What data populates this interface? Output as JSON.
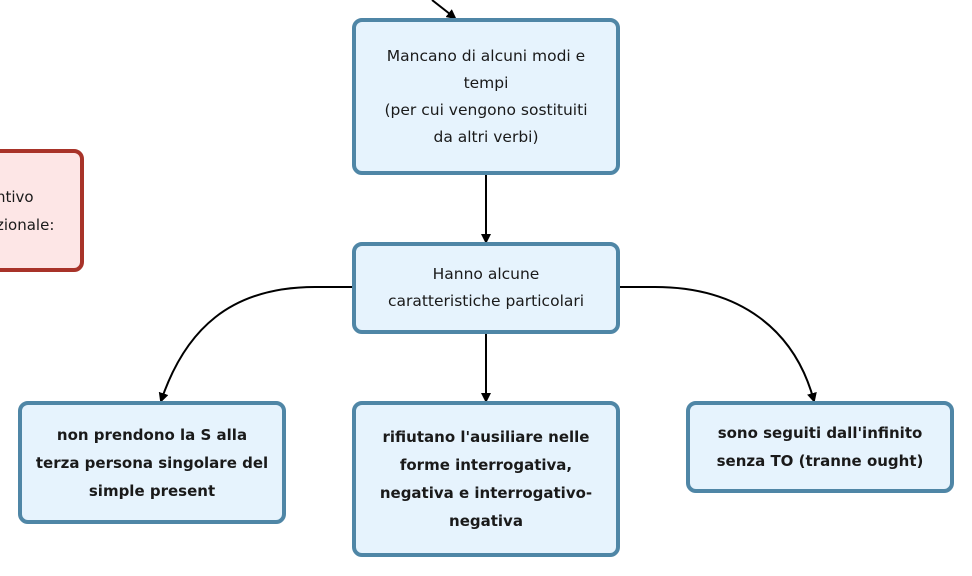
{
  "nodes": {
    "mancano": {
      "text": "Mancano di alcuni modi e\ntempi\n(per cui vengono sostituiti\nda altri verbi)"
    },
    "hanno": {
      "text": "Hanno alcune\ncaratteristiche particolari"
    },
    "non_prendono": {
      "text": "non prendono la S alla\nterza persona singolare del\nsimple present"
    },
    "rifiutano": {
      "text": "rifiutano l'ausiliare nelle\nforme interrogativa,\nnegativa e interrogativo-\nnegativa"
    },
    "sono_seguiti": {
      "text": "sono seguiti dall'infinito\nsenza TO (tranne ought)"
    },
    "left_partial": {
      "text": "ntivo\nzionale:"
    }
  },
  "colors": {
    "node_fill": "#e6f3fd",
    "node_border": "#4f86a6",
    "alt_node_fill": "#fde6e6",
    "alt_node_border": "#a83329",
    "connector": "#000000"
  }
}
